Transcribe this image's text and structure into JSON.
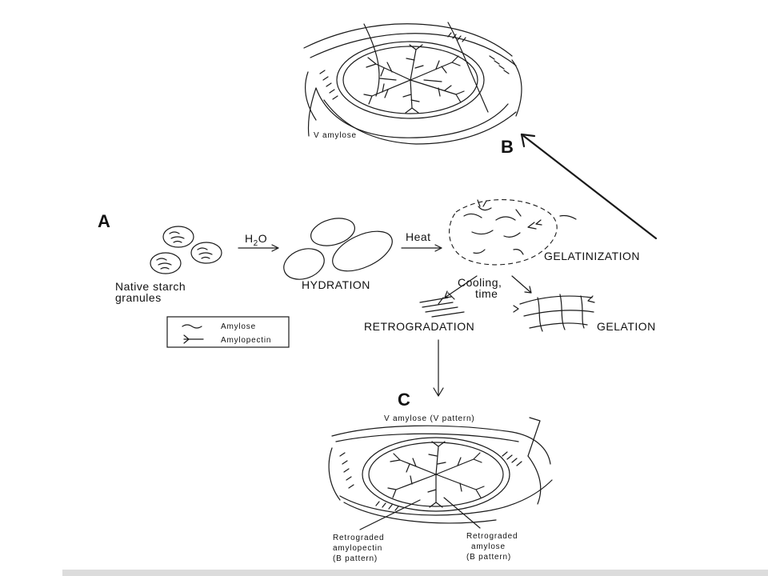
{
  "panels": {
    "a": "A",
    "b": "B",
    "c": "C"
  },
  "labels": {
    "native_line1": "Native starch",
    "native_line2": "granules",
    "water_h": "H",
    "water_sub": "2",
    "water_o": "O",
    "hydration": "HYDRATION",
    "heat": "Heat",
    "gelatinization": "GELATINIZATION",
    "cooling_line1": "Cooling,",
    "cooling_line2": "time",
    "retrogradation": "RETROGRADATION",
    "gelation": "GELATION"
  },
  "legend": {
    "amylose": "Amylose",
    "amylopectin": "Amylopectin"
  },
  "panel_b": {
    "v_amylose": "V amylose"
  },
  "panel_c": {
    "v_amylose_pattern": "V amylose (V pattern)",
    "retro_amylopectin_1": "Retrograded",
    "retro_amylopectin_2": "amylopectin",
    "retro_amylopectin_3": "(B pattern)",
    "retro_amylose_1": "Retrograded",
    "retro_amylose_2": "amylose",
    "retro_amylose_3": "(B pattern)"
  }
}
